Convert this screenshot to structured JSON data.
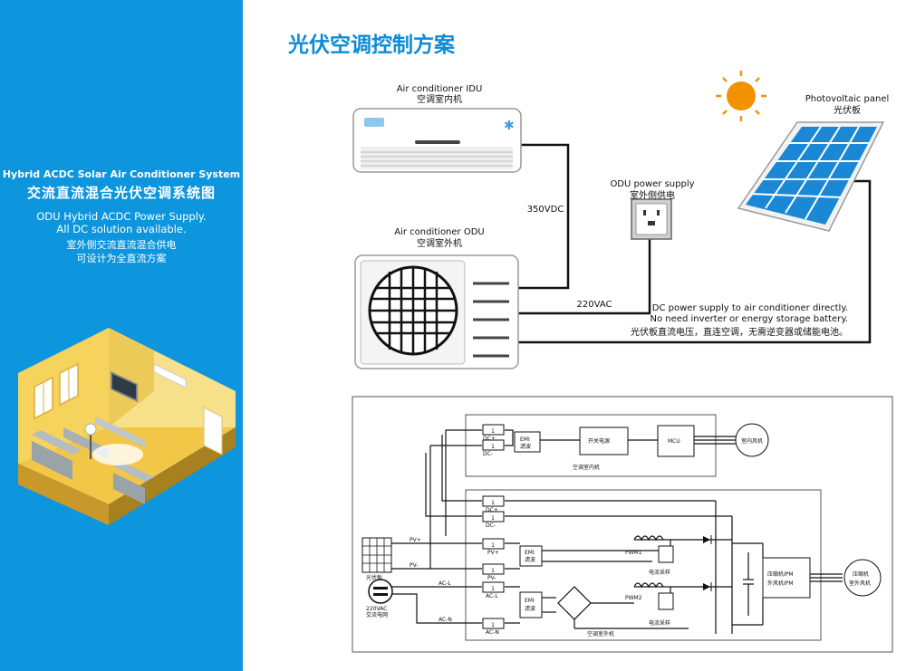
{
  "sidebar": {
    "title_en": "Hybrid ACDC Solar Air Conditioner System",
    "title_cn": "交流直流混合光伏空调系统图",
    "desc_en_1": "ODU Hybrid ACDC Power Supply.",
    "desc_en_2": "All DC solution available.",
    "desc_cn_1": "室外侧交流直流混合供电",
    "desc_cn_2": "可设计为全直流方案"
  },
  "main": {
    "title": "光伏空调控制方案",
    "idu_en": "Air conditioner IDU",
    "idu_cn": "空调室内机",
    "odu_en": "Air conditioner ODU",
    "odu_cn": "空调室外机",
    "odu_supply_en": "ODU power supply",
    "odu_supply_cn": "室外侧供电",
    "pv_en": "Photovoltaic panel",
    "pv_cn": "光伏板",
    "v350": "350VDC",
    "v220": "220VAC",
    "dc_note_1": "DC power supply to air conditioner directly.",
    "dc_note_2": "No need inverter or energy storage battery.",
    "dc_note_cn": "光伏板直流电压，直连空调，无需逆变器或储能电池。"
  },
  "schematic": {
    "dc_plus": "DC+",
    "dc_minus": "DC-",
    "emi": "EMI",
    "filter": "滤波",
    "switch_ps": "开关电源",
    "mcu": "MCU",
    "indoor_fan": "室内风机",
    "indoor_unit": "空调室内机",
    "pv_plus": "PV+",
    "pv_minus": "PV-",
    "ac_l": "AC-L",
    "ac_n": "AC-N",
    "pv_panel": "光伏板",
    "grid_v": "220VAC",
    "grid": "交流电网",
    "pwm1": "PWM1",
    "pwm2": "PWM2",
    "current_sample": "电流采样",
    "comp_ipm": "压缩机IPM",
    "fan_ipm": "外风机IPM",
    "compressor": "压缩机",
    "outdoor_fan": "室外风机",
    "outdoor_unit": "空调室外机",
    "fuse": "1"
  }
}
